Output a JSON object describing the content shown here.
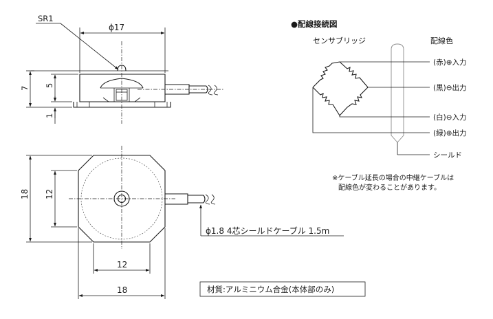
{
  "side_view": {
    "label_sr1": "SR1",
    "dim_diameter": "ϕ17",
    "dim_total_height": "7",
    "dim_body_height": "5",
    "dim_base_height": "1"
  },
  "top_view": {
    "dim_outer_left": "18",
    "dim_inner_left": "12",
    "dim_inner_bottom": "12",
    "dim_outer_bottom": "18",
    "cable_note": "ϕ1.8 4芯シールドケーブル 1.5m",
    "material_note": "材質:アルミニウム合金(本体部のみ)"
  },
  "wiring": {
    "title": "●配線接続図",
    "bridge_label": "センサブリッジ",
    "color_header": "配線色",
    "wires": [
      {
        "label": "(赤)⊕入力"
      },
      {
        "label": "(黒)⊖出力"
      },
      {
        "label": "(白)⊖入力"
      },
      {
        "label": "(緑)⊕出力"
      }
    ],
    "shield_label": "シールド",
    "note_line1": "※ケーブル延長の場合の中継ケーブルは",
    "note_line2": "配線色が変わることがあります。"
  }
}
